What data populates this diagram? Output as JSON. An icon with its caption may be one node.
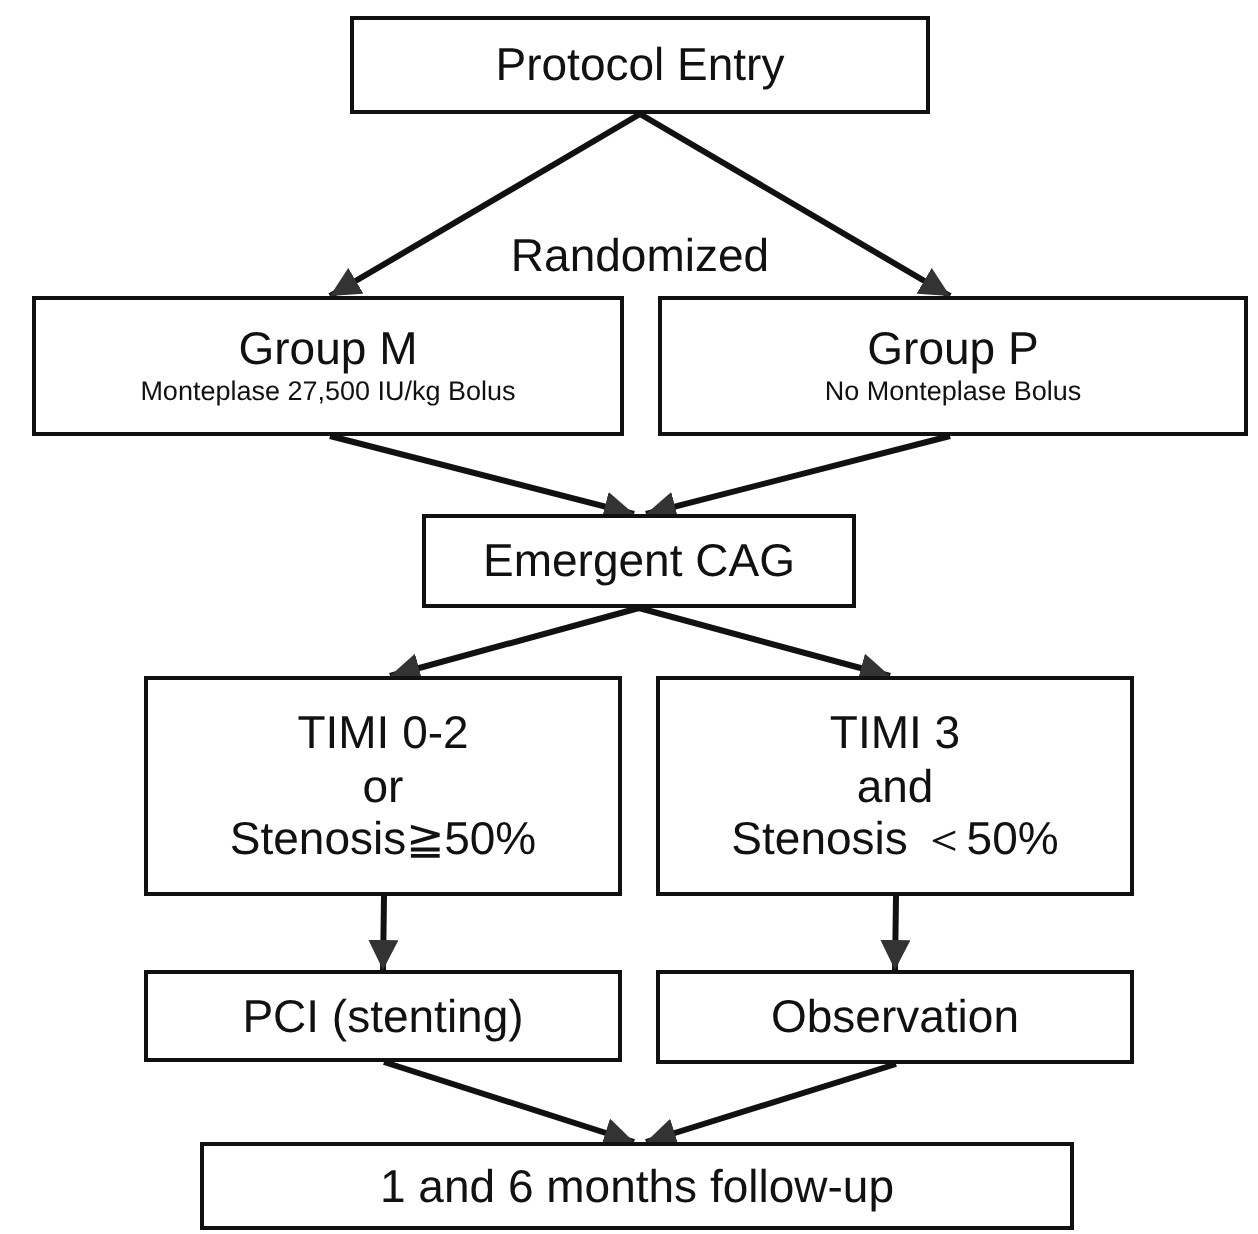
{
  "diagram": {
    "nodes": [
      {
        "text": [
          "Protocol Entry"
        ]
      },
      {
        "text": [
          "Group M",
          "Monteplase 27,500 IU/kg Bolus"
        ]
      },
      {
        "text": [
          "Group P",
          "No Monteplase Bolus"
        ]
      },
      {
        "text": [
          "Emergent CAG"
        ]
      },
      {
        "text": [
          "TIMI 0-2",
          "or",
          "Stenosis≧50%"
        ]
      },
      {
        "text": [
          "TIMI 3",
          "and",
          "Stenosis ＜50%"
        ]
      },
      {
        "text": [
          "PCI (stenting)"
        ]
      },
      {
        "text": [
          "Observation"
        ]
      },
      {
        "text": [
          "1 and 6 months follow-up"
        ]
      }
    ],
    "edges": [
      {
        "from": 0,
        "to": 1,
        "arrow": "to"
      },
      {
        "from": 0,
        "to": 2,
        "arrow": "to"
      },
      {
        "from": 1,
        "to": 3,
        "arrow": "to"
      },
      {
        "from": 2,
        "to": 3,
        "arrow": "to"
      },
      {
        "from": 3,
        "to": 4,
        "arrow": "to"
      },
      {
        "from": 3,
        "to": 5,
        "arrow": "to"
      },
      {
        "from": 4,
        "to": 6,
        "arrow": "to"
      },
      {
        "from": 5,
        "to": 7,
        "arrow": "to"
      },
      {
        "from": 6,
        "to": 8,
        "arrow": "to"
      },
      {
        "from": 7,
        "to": 8,
        "arrow": "to"
      }
    ],
    "labels": [
      "Randomized"
    ]
  }
}
